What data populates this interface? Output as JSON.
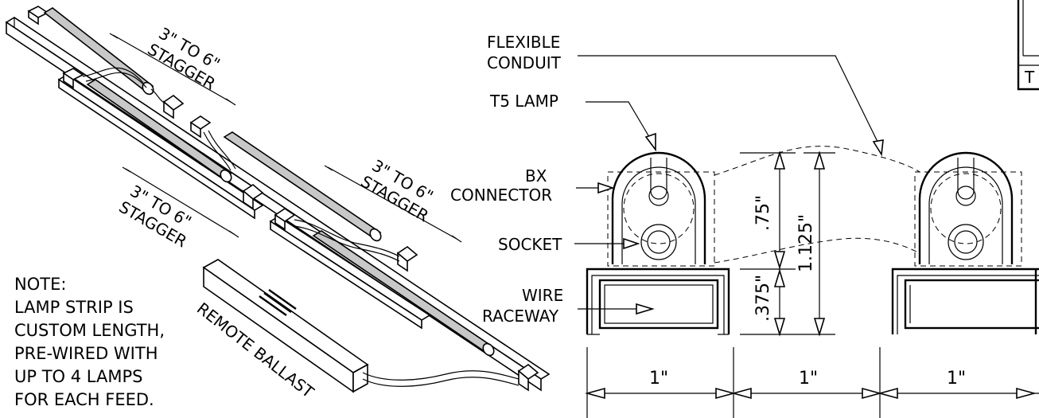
{
  "labels": {
    "flexible_conduit_1": "FLEXIBLE",
    "flexible_conduit_2": "CONDUIT",
    "t5_lamp": "T5 LAMP",
    "bx_1": "BX",
    "bx_2": "CONNECTOR",
    "socket": "SOCKET",
    "wire_1": "WIRE",
    "wire_2": "RACEWAY",
    "stagger_top_1": "3\" TO 6\"",
    "stagger_top_2": "STAGGER",
    "stagger_mid_1": "3\" TO 6\"",
    "stagger_mid_2": "STAGGER",
    "stagger_left_1": "3\" TO 6\"",
    "stagger_left_2": "STAGGER",
    "remote_ballast": "REMOTE BALLAST",
    "corner_fragment": "T"
  },
  "note": {
    "title": "NOTE:",
    "lines": [
      "LAMP STRIP IS",
      "CUSTOM LENGTH,",
      "PRE-WIRED WITH",
      "UP TO 4 LAMPS",
      "FOR EACH FEED."
    ]
  },
  "dimensions": {
    "d_075": ".75\"",
    "d_1125": "1.125\"",
    "d_0375": ".375\"",
    "w1": "1\"",
    "w2": "1\"",
    "w3": "1\""
  }
}
